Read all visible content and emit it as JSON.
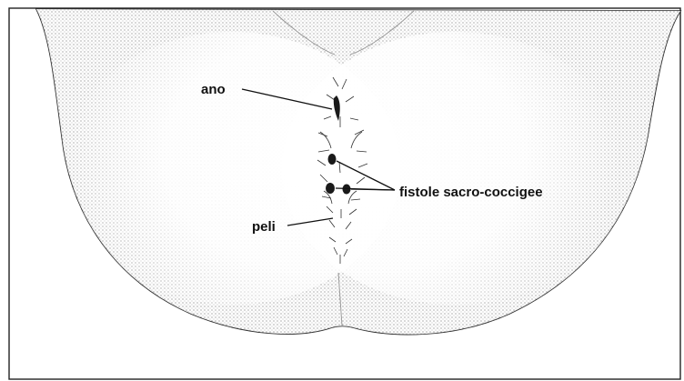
{
  "labels": {
    "ano": "ano",
    "fistole": "fistole sacro-coccigee",
    "peli": "peli"
  },
  "colors": {
    "outline": "#2b2b2b",
    "shading": "#6b6b6b",
    "text": "#111111",
    "background": "#ffffff"
  }
}
